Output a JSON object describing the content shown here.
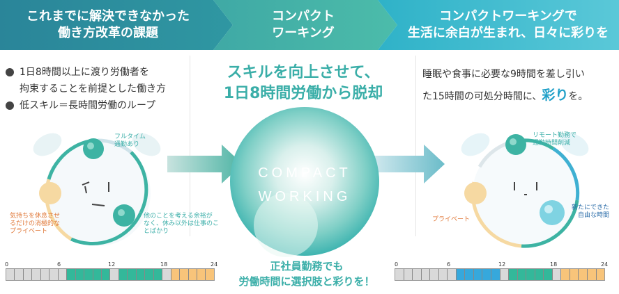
{
  "banner": {
    "left_lines": [
      "これまでに解決できなかった",
      "働き方改革の課題"
    ],
    "mid_lines": [
      "コンパクト",
      "ワーキング"
    ],
    "right_lines": [
      "コンパクトワーキングで",
      "生活に余白が生まれ、日々に彩りを"
    ],
    "colors": {
      "left": "#2c8d9d",
      "mid": "#47b5a6",
      "right": "#2fb7d0"
    }
  },
  "left": {
    "bullets": [
      [
        "1日8時間以上に渡り労働者を",
        "拘束することを前提とした働き方"
      ],
      [
        "低スキル＝長時間労働のループ"
      ]
    ],
    "clock_labels": {
      "fulltime": [
        "フルタイム",
        "通勤あり"
      ],
      "rest": [
        "気持ちを休息させ",
        "るだけの消極的な",
        "プライベート"
      ],
      "work_mind": [
        "他のことを考える余裕が",
        "なく、休み以外は仕事のこ",
        "とばかり"
      ]
    },
    "icons": [
      "frown-face-icon",
      "alarm-clock-icon"
    ]
  },
  "center": {
    "title_lines": [
      "スキルを向上させて、",
      "1日8時間労働から脱却"
    ],
    "circle_lines": [
      "COMPACT",
      "WORKING"
    ],
    "bottom_lines": [
      "正社員勤務でも",
      "労働時間に選択肢と彩りを！"
    ]
  },
  "right": {
    "desc_line1": "睡眠や食事に必要な9時間を差し引い",
    "desc_line2_pre": "た15時間の可処分時間に、",
    "desc_line2_accent": "彩り",
    "desc_line2_post": "を。",
    "clock_labels": {
      "remote": [
        "リモート勤務で",
        "通勤時間削減"
      ],
      "private": [
        "プライベート"
      ],
      "free_time": [
        "新たにできた",
        "自由な時間"
      ]
    },
    "icons": [
      "smile-face-icon",
      "alarm-clock-icon"
    ]
  },
  "timeline": {
    "ticks": [
      "0",
      "6",
      "12",
      "18",
      "24"
    ],
    "left_cells": [
      "g",
      "g",
      "g",
      "g",
      "g",
      "g",
      "g",
      "t",
      "t",
      "t",
      "t",
      "t",
      "g",
      "t",
      "t",
      "t",
      "t",
      "t",
      "g",
      "o",
      "o",
      "o",
      "o",
      "o"
    ],
    "right_cells": [
      "g",
      "g",
      "g",
      "g",
      "g",
      "g",
      "g",
      "b",
      "b",
      "b",
      "b",
      "b",
      "g",
      "t",
      "t",
      "t",
      "t",
      "t",
      "g",
      "o",
      "o",
      "o",
      "o",
      "o"
    ],
    "colors": {
      "g": "#d9d9d9",
      "t": "#33b89a",
      "b": "#36a8dc",
      "o": "#f8c47a"
    }
  }
}
